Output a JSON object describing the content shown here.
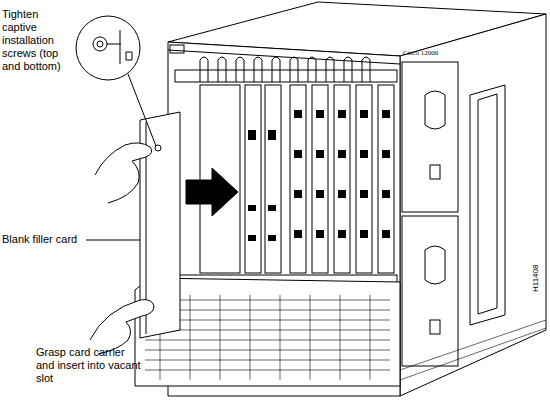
{
  "diagram": {
    "labels": [
      "Tighten captive installation screws (top and bottom)",
      "Blank filler card",
      "Grasp card carrier and insert into vacant slot",
      "Cisco 12000",
      "H11408"
    ]
  }
}
